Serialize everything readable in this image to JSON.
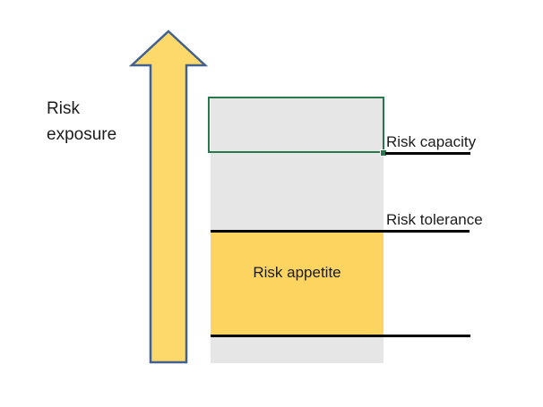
{
  "diagram": {
    "labels": {
      "exposure_line1": "Risk",
      "exposure_line2": "exposure",
      "capacity": "Risk capacity",
      "tolerance": "Risk tolerance",
      "appetite": "Risk appetite"
    },
    "bands_top_to_bottom": [
      {
        "name": "above-capacity",
        "fill": "gray",
        "outlined": "green selection box with corner handle"
      },
      {
        "name": "between-capacity-and-tolerance",
        "fill": "gray"
      },
      {
        "name": "risk-appetite",
        "fill": "yellow",
        "label": "Risk appetite"
      },
      {
        "name": "below-appetite",
        "fill": "gray"
      }
    ],
    "marker_lines": [
      {
        "label": "Risk capacity",
        "position": "bottom edge of green box"
      },
      {
        "label": "Risk tolerance",
        "position": "top edge of yellow band"
      },
      {
        "label": "",
        "position": "bottom edge of yellow band"
      }
    ]
  },
  "colors": {
    "background": "#FFFFFF",
    "arrow_fill": "#FCD96A",
    "arrow_stroke": "#41618F",
    "bar_gray": "#E7E6E6",
    "appetite_yellow": "#FCD45F",
    "marker_line": "#000000",
    "capacity_box_green": "#27794B",
    "label_text": "#1C1C1C"
  }
}
